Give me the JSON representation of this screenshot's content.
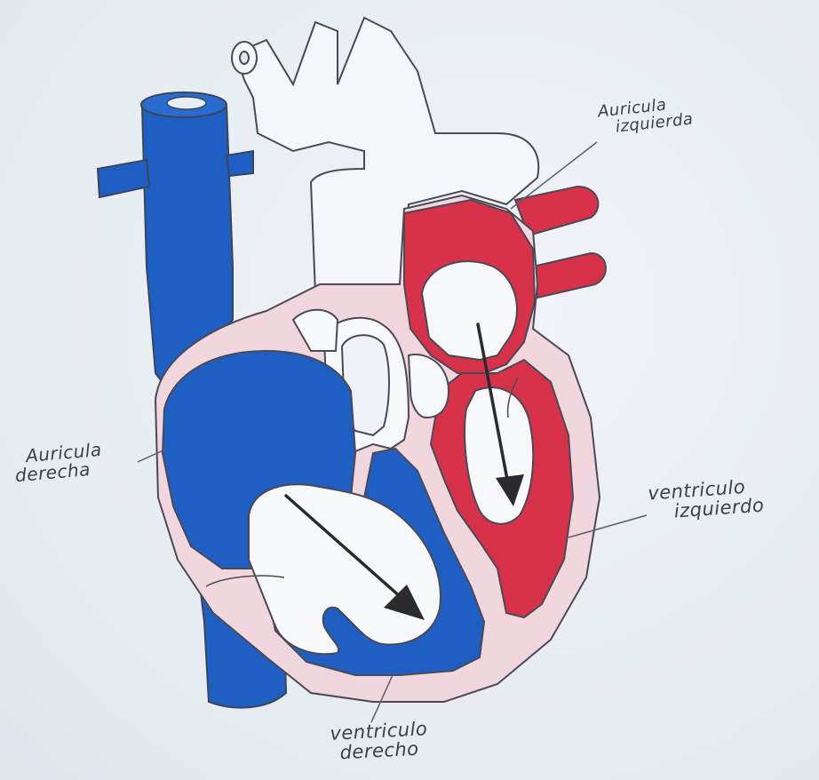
{
  "labels": {
    "left_atrium": {
      "line1": "Auricula",
      "line2": "izquierda"
    },
    "right_atrium": {
      "line1": "Auricula",
      "line2": "derecha"
    },
    "left_ventricle": {
      "line1": "ventriculo",
      "line2": "izquierdo"
    },
    "right_ventricle": {
      "line1": "ventriculo",
      "line2": "derecho"
    }
  },
  "colors": {
    "deoxygenated": "#1f5fc4",
    "oxygenated": "#d8324b",
    "wall": "#f1d6de",
    "outline": "#4a4a55"
  }
}
